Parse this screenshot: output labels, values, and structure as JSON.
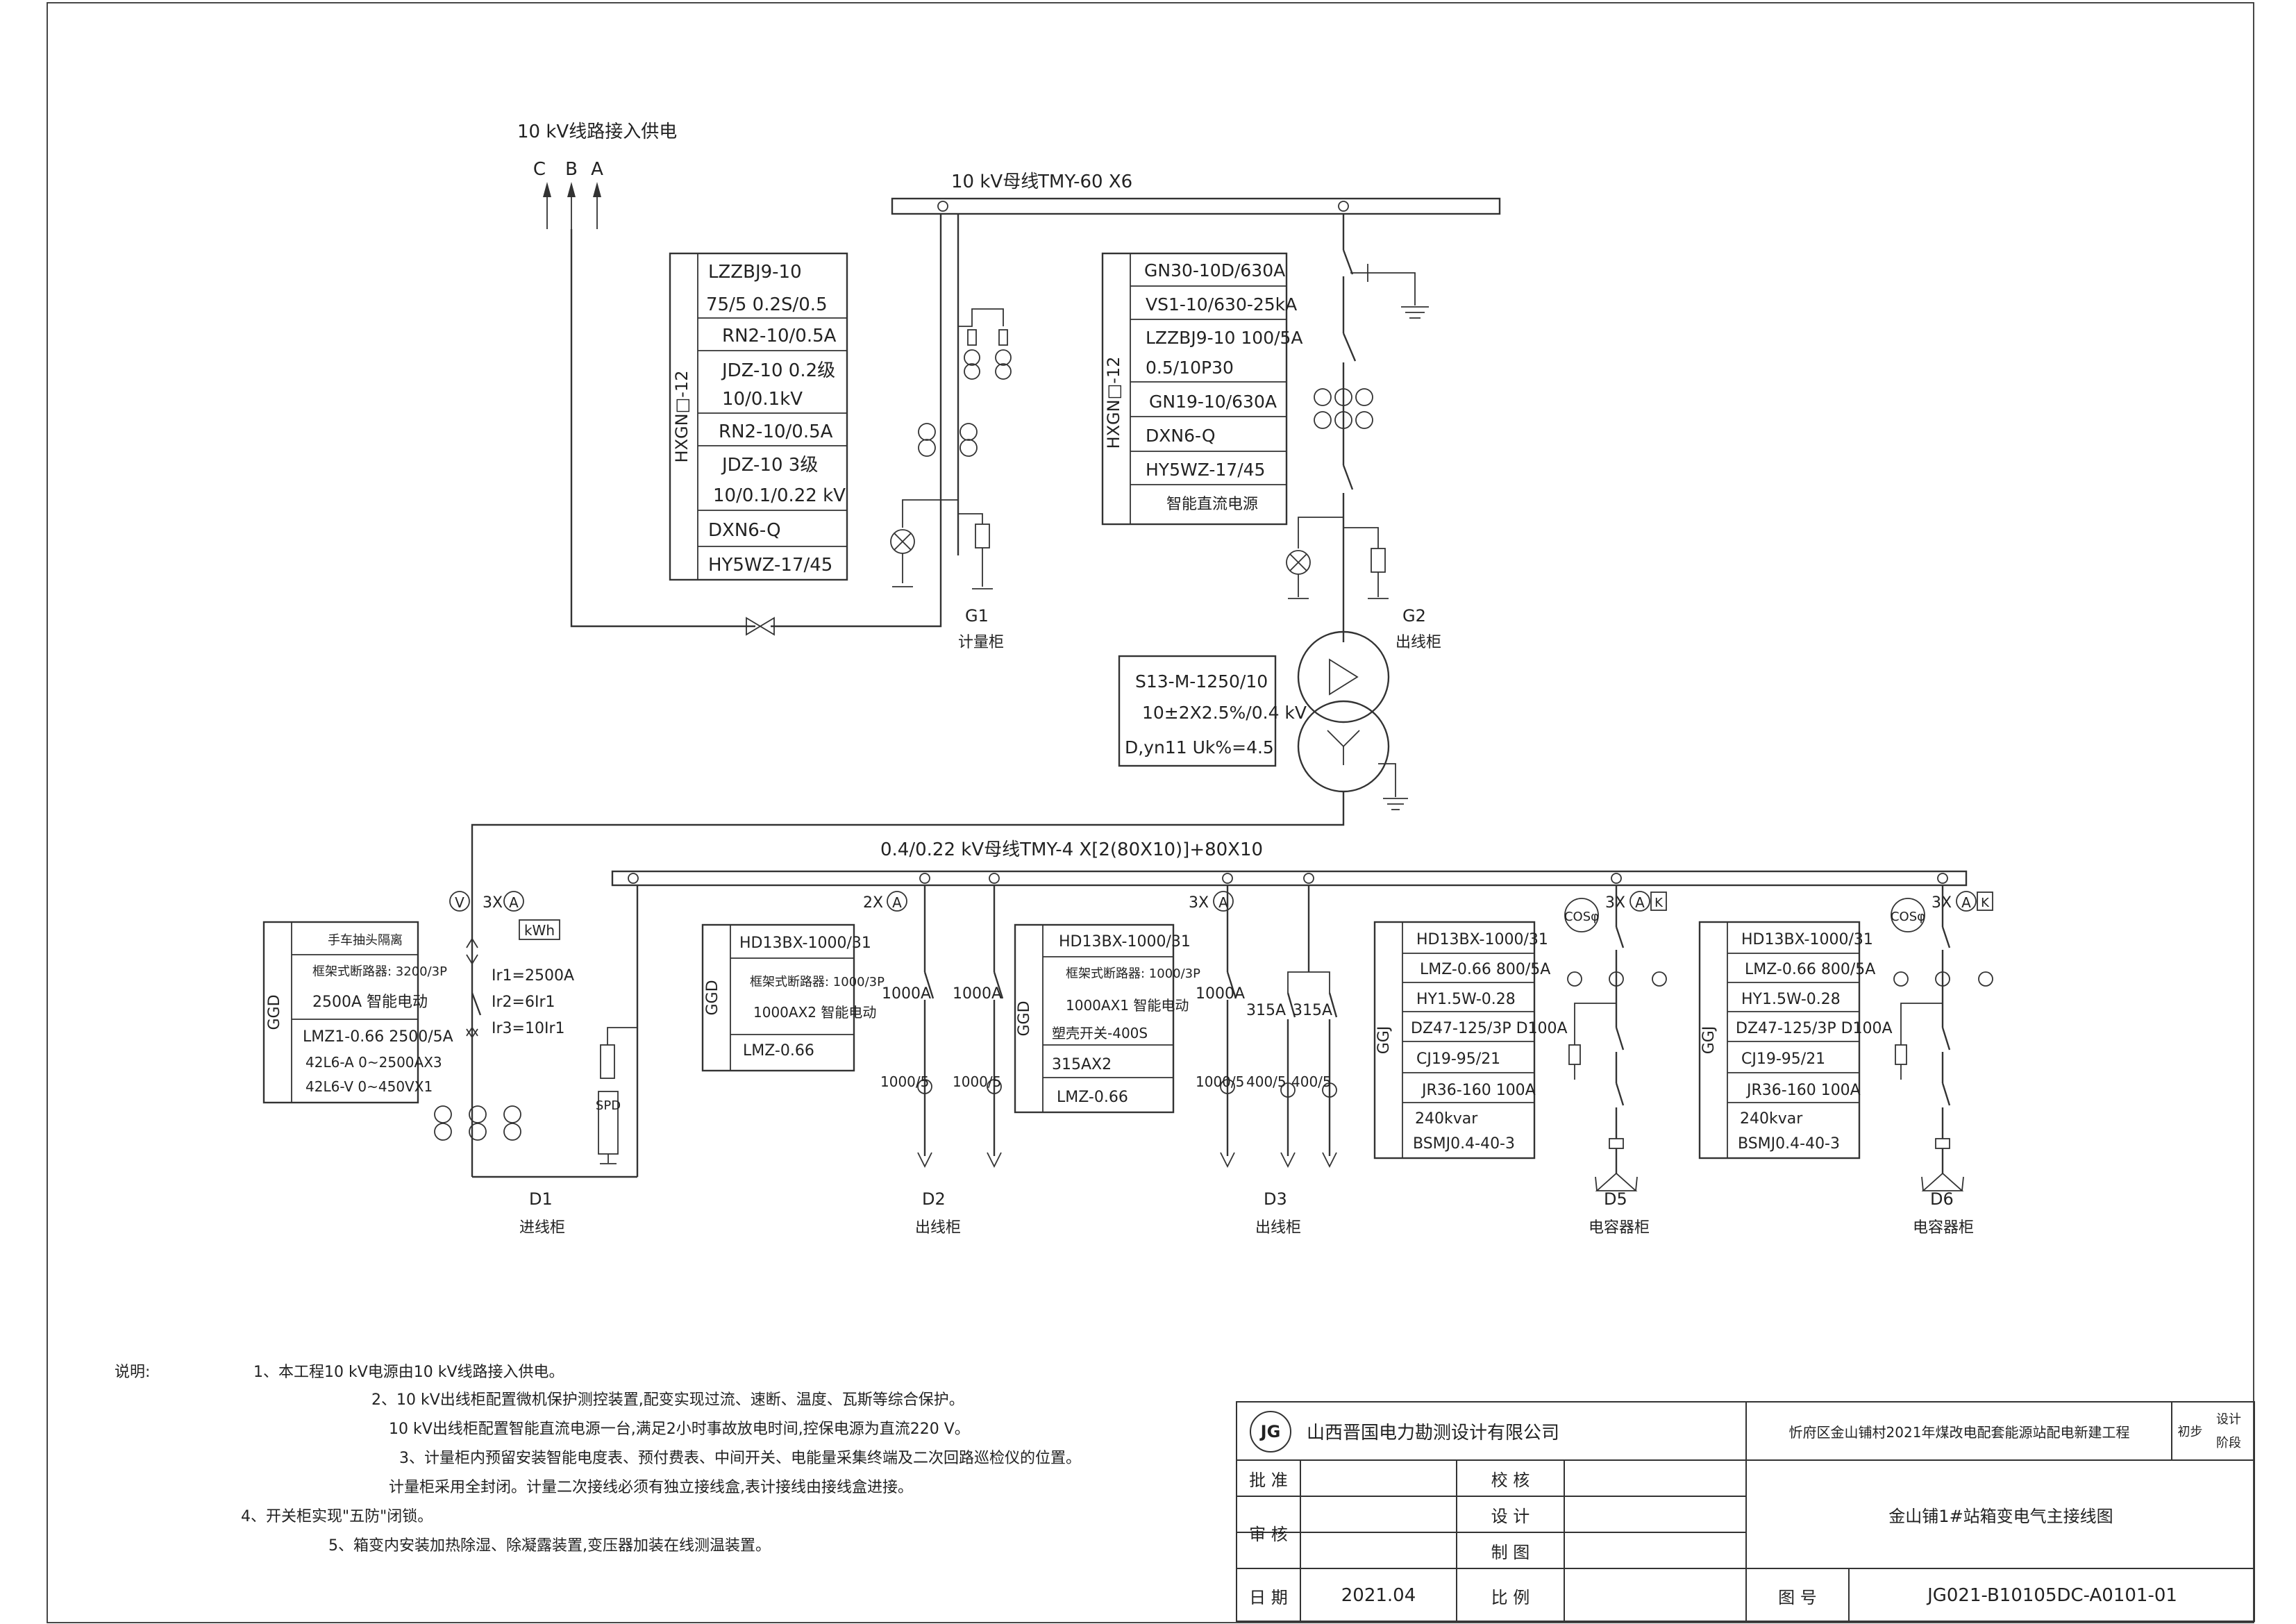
{
  "incoming": {
    "title": "10 kV线路接入供电",
    "phases": [
      "C",
      "B",
      "A"
    ]
  },
  "hv_bus": {
    "label": "10 kV母线",
    "spec": "TMY-60 X6"
  },
  "g1": {
    "code": "G1",
    "name": "计量柜",
    "cabinet_type": "HXGN□-12",
    "equipment": [
      "LZZBJ9-10",
      "75/5  0.2S/0.5",
      "RN2-10/0.5A",
      "JDZ-10  0.2级",
      "10/0.1kV",
      "RN2-10/0.5A",
      "JDZ-10  3级",
      "10/0.1/0.22 kV",
      "DXN6-Q",
      "HY5WZ-17/45"
    ]
  },
  "g2": {
    "code": "G2",
    "name": "出线柜",
    "cabinet_type": "HXGN□-12",
    "equipment": [
      "GN30-10D/630A",
      "VS1-10/630-25kA",
      "LZZBJ9-10  100/5A",
      "0.5/10P30",
      "GN19-10/630A",
      "DXN6-Q",
      "HY5WZ-17/45",
      "智能直流电源"
    ]
  },
  "transformer": {
    "model": "S13-M-1250/10",
    "ratio": "10±2X2.5%/0.4 kV",
    "vector": "D,yn11  Uk%=4.5"
  },
  "lv_bus": {
    "label": "0.4/0.22 kV母线TMY-4 X[2(80X10)]+80X10"
  },
  "d1": {
    "code": "D1",
    "name": "进线柜",
    "cabinet_type": "GGD",
    "equipment": [
      "手车抽头隔离",
      "框架式断路器: 3200/3P",
      "2500A  智能电动",
      "LMZ1-0.66  2500/5A",
      "42L6-A 0~2500AX3",
      "42L6-V 0~450VX1"
    ],
    "meters": [
      "V",
      "3X",
      "A",
      "kWh"
    ],
    "settings": [
      "Ir1=2500A",
      "Ir2=6Ir1",
      "Ir3=10Ir1"
    ],
    "spd": "SPD"
  },
  "d2": {
    "code": "D2",
    "name": "出线柜",
    "cabinet_type": "GGD",
    "meter": "2X",
    "meter_symbol": "A",
    "equipment": [
      "HD13BX-1000/31",
      "框架式断路器: 1000/3P",
      "1000AX2  智能电动",
      "LMZ-0.66"
    ],
    "branch_labels": [
      "1000A",
      "1000A"
    ],
    "ct_labels": [
      "1000/5",
      "1000/5"
    ]
  },
  "d3": {
    "code": "D3",
    "name": "出线柜",
    "cabinet_type": "GGD",
    "meter": "3X",
    "meter_symbol": "A",
    "equipment": [
      "HD13BX-1000/31",
      "框架式断路器: 1000/3P",
      "1000AX1  智能电动",
      "塑壳开关-400S",
      "315AX2",
      "LMZ-0.66"
    ],
    "branch_labels": [
      "1000A",
      "315A",
      "315A"
    ],
    "ct_labels": [
      "1000/5",
      "400/5",
      "400/5"
    ]
  },
  "d5": {
    "code": "D5",
    "name": "电容器柜",
    "cabinet_type": "GGJ",
    "meters": [
      "COSφ",
      "3X",
      "A",
      "K"
    ],
    "equipment": [
      "HD13BX-1000/31",
      "LMZ-0.66  800/5A",
      "HY1.5W-0.28",
      "DZ47-125/3P  D100A",
      "CJ19-95/21",
      "JR36-160  100A",
      "240kvar",
      "BSMJ0.4-40-3"
    ]
  },
  "d6": {
    "code": "D6",
    "name": "电容器柜",
    "cabinet_type": "GGJ",
    "meters": [
      "COSφ",
      "3X",
      "A",
      "K"
    ],
    "equipment": [
      "HD13BX-1000/31",
      "LMZ-0.66  800/5A",
      "HY1.5W-0.28",
      "DZ47-125/3P  D100A",
      "CJ19-95/21",
      "JR36-160  100A",
      "240kvar",
      "BSMJ0.4-40-3"
    ]
  },
  "notes": {
    "heading": "说明:",
    "lines": [
      "1、本工程10 kV电源由10 kV线路接入供电。",
      "2、10 kV出线柜配置微机保护测控装置,配变实现过流、速断、温度、瓦斯等综合保护。",
      "10 kV出线柜配置智能直流电源一台,满足2小时事故放电时间,控保电源为直流220 V。",
      "3、计量柜内预留安装智能电度表、预付费表、中间开关、电能量采集终端及二次回路巡检仪的位置。",
      "计量柜采用全封闭。计量二次接线必须有独立接线盒,表计接线由接线盒进接。",
      "4、开关柜实现\"五防\"闭锁。",
      "5、箱变内安装加热除湿、除凝露装置,变压器加装在线测温装置。"
    ]
  },
  "title_block": {
    "logo": "JG",
    "company": "山西晋国电力勘测设计有限公司",
    "project": "忻府区金山铺村2021年煤改电配套能源站配电新建工程",
    "stage_a": "初步",
    "stage_b": "设计",
    "stage_c": "阶段",
    "approve": "批  准",
    "check": "审  核",
    "date_label": "日  期",
    "date": "2021.04",
    "proof": "校  核",
    "design": "设  计",
    "draw": "制  图",
    "scale": "比  例",
    "drawing_title": "金山铺1#站箱变电气主接线图",
    "drawing_no_label": "图  号",
    "drawing_no": "JG021-B10105DC-A0101-01"
  }
}
